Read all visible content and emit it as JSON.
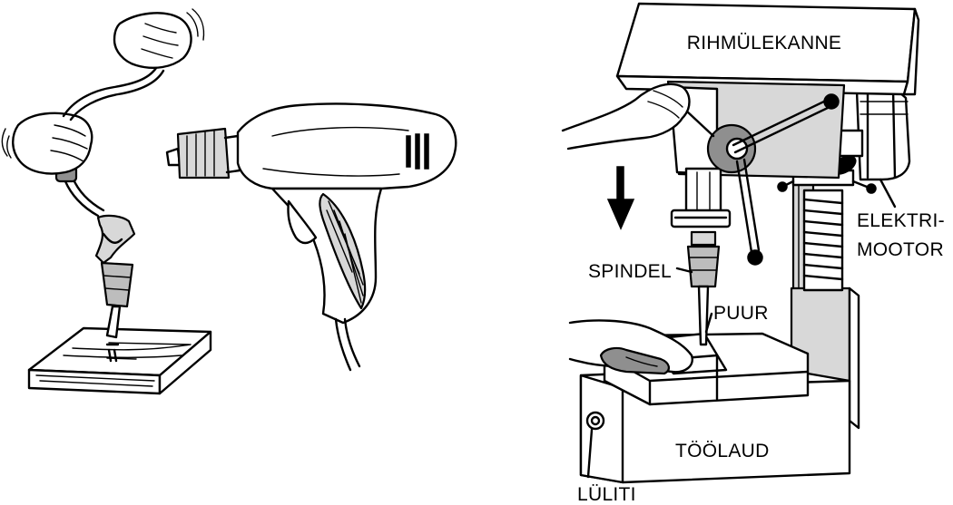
{
  "labels": {
    "belt_cover": "RIHMÜLEKANNE",
    "motor_line1": "ELEKTRI-",
    "motor_line2": "MOOTOR",
    "spindle": "SPINDEL",
    "drill_bit": "PUUR",
    "work_table": "TÖÖLAUD",
    "switch": "LÜLITI"
  },
  "icons": [
    "hand-brace-icon",
    "electric-drill-icon",
    "drill-press-icon",
    "down-arrow-icon"
  ]
}
